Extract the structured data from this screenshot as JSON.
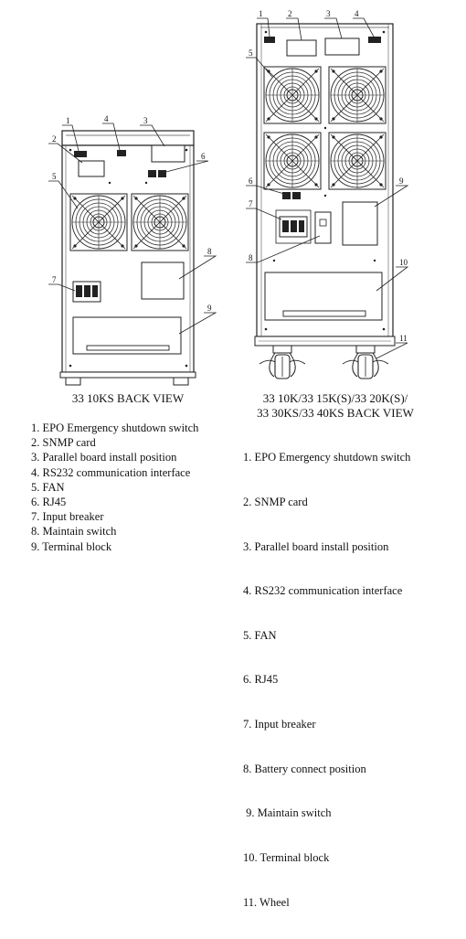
{
  "left_unit": {
    "callouts": [
      "1",
      "2",
      "3",
      "4",
      "5",
      "6",
      "7",
      "8",
      "9"
    ],
    "caption": "33 10KS BACK VIEW",
    "legend": [
      "1. EPO Emergency shutdown switch",
      "2. SNMP card",
      "3. Parallel board install position",
      "4. RS232 communication interface",
      "5. FAN",
      "6. RJ45",
      "7. Input breaker",
      "8. Maintain switch",
      "9. Terminal block"
    ]
  },
  "right_unit": {
    "callouts": [
      "1",
      "2",
      "3",
      "4",
      "5",
      "6",
      "7",
      "8",
      "9",
      "10",
      "11"
    ],
    "caption_line1": "33 10K/33 15K(S)/33 20K(S)/",
    "caption_line2": "33 30KS/33 40KS BACK VIEW",
    "legend": [
      "1. EPO Emergency shutdown switch",
      "2. SNMP card",
      "3. Parallel board install position",
      "4. RS232 communication interface",
      "5. FAN",
      "6. RJ45",
      "7. Input breaker",
      "8. Battery connect position",
      " 9. Maintain switch",
      "10. Terminal block",
      "11. Wheel"
    ]
  }
}
